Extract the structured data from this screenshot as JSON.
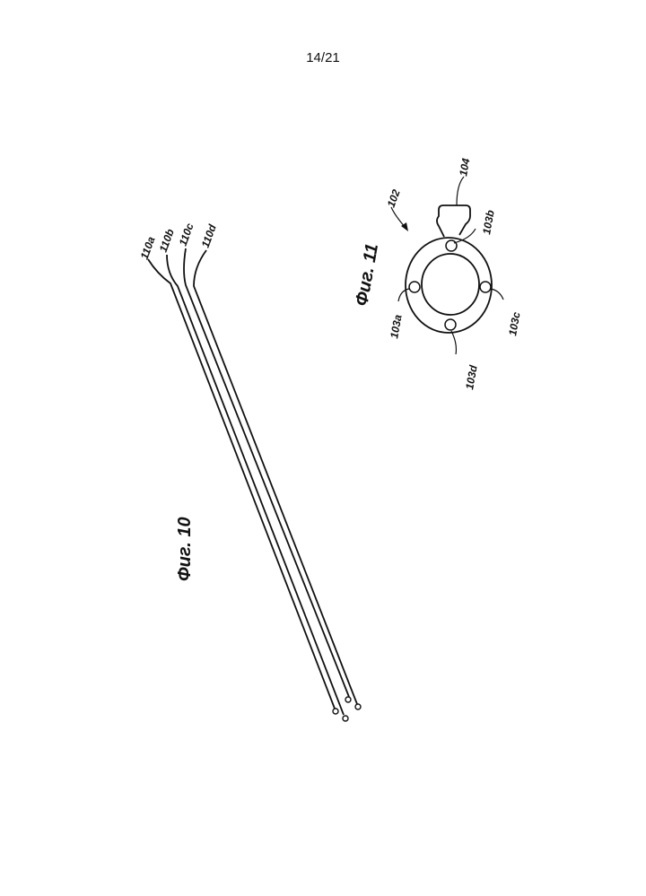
{
  "page_number": "14/21",
  "figure_10": {
    "caption": "Фиг. 10",
    "labels": {
      "wire_a": "110a",
      "wire_b": "110b",
      "wire_c": "110c",
      "wire_d": "110d"
    }
  },
  "figure_11": {
    "caption": "Фиг. 11",
    "labels": {
      "assembly": "102",
      "tab": "104",
      "hole_a": "103a",
      "hole_b": "103b",
      "hole_c": "103c",
      "hole_d": "103d"
    }
  }
}
